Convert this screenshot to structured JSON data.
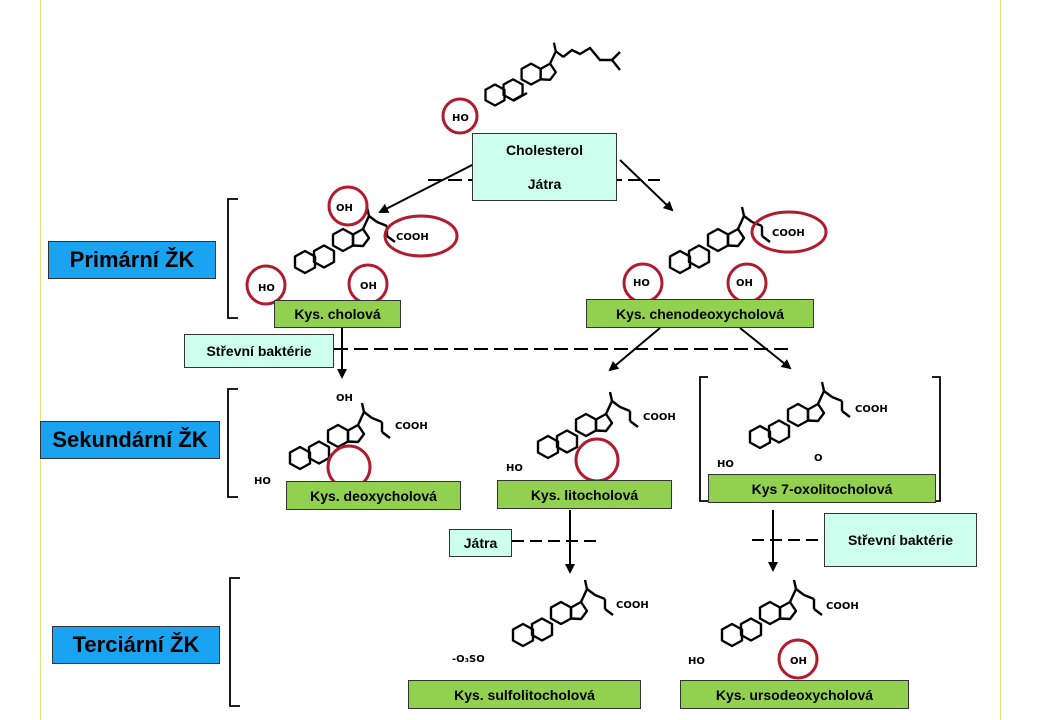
{
  "levels": {
    "primary": "Primární ŽK",
    "secondary": "Sekundární ŽK",
    "tertiary": "Terciární ŽK"
  },
  "start": {
    "name": "Cholesterol",
    "organ": "Játra"
  },
  "acids": {
    "cholic": "Kys. cholová",
    "chenodeoxycholic": "Kys. chenodeoxycholová",
    "deoxycholic": "Kys. deoxycholová",
    "lithocholic": "Kys. litocholová",
    "oxolithocholic": "Kys 7-oxolitocholová",
    "sulfolithocholic": "Kys. sulfolitocholová",
    "ursodeoxycholic": "Kys. ursodeoxycholová"
  },
  "agents": {
    "bacteria_1": "Střevní baktérie",
    "liver": "Játra",
    "bacteria_2": "Střevní baktérie"
  },
  "groups": {
    "ho": "HO",
    "oh": "OH",
    "cooh": "COOH",
    "o": "O",
    "sulfate": "-O₃SO"
  },
  "colors": {
    "highlight_circle": "#b01c2e",
    "acid_box": "#92d050",
    "agent_box": "#ccffee",
    "level_box": "#1aa3f0",
    "guide_line": "#e8e27a"
  }
}
